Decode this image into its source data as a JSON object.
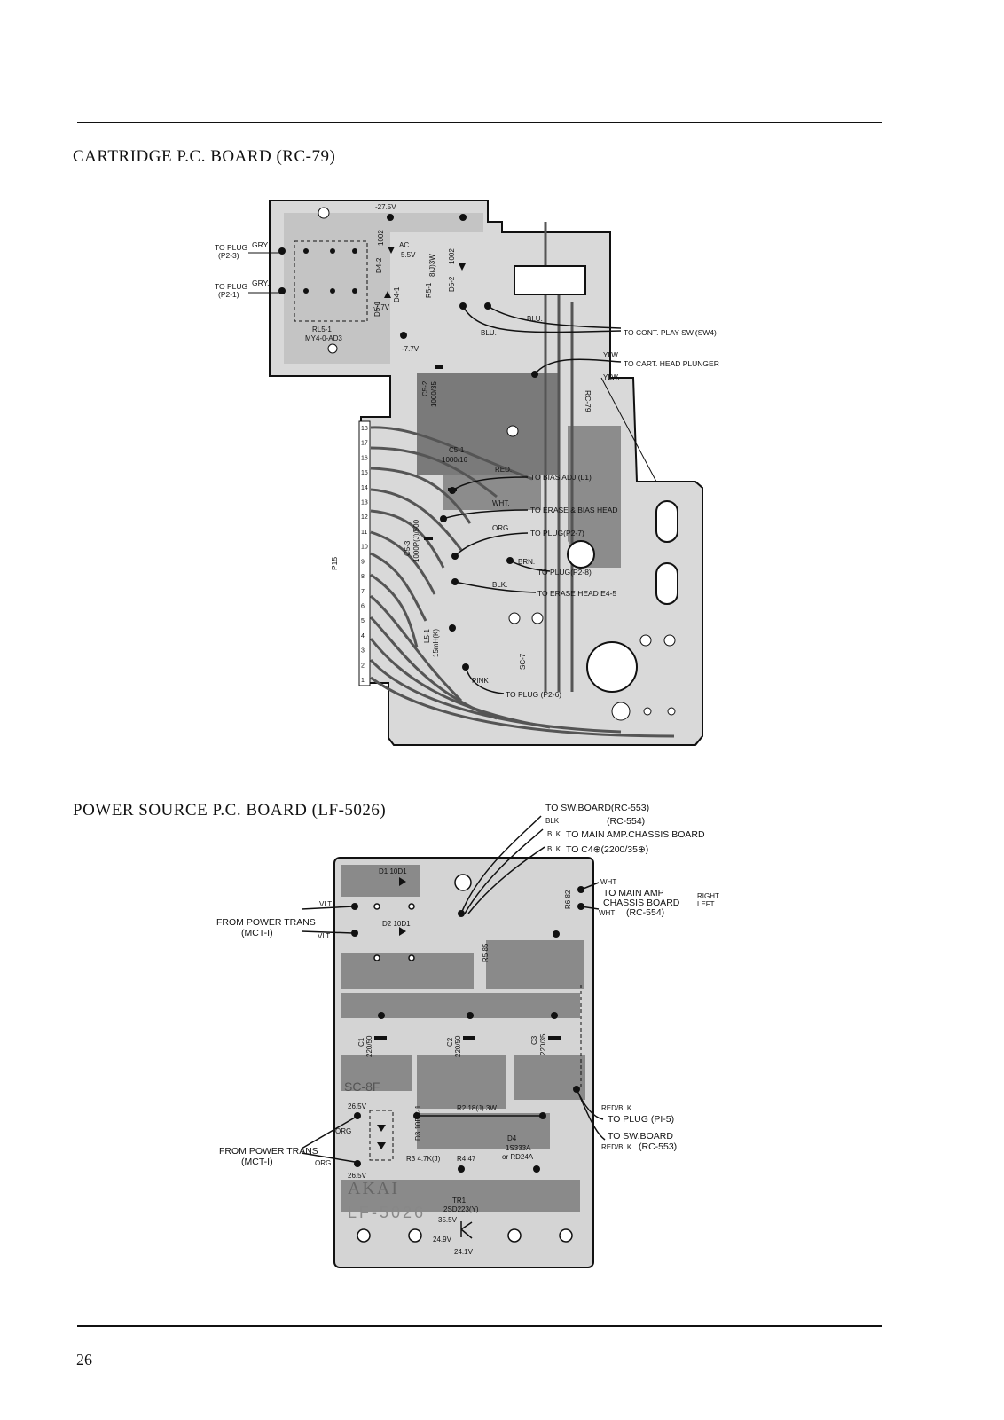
{
  "page_number": "26",
  "cartridge": {
    "heading": "CARTRIDGE P.C. BOARD (RC-79)",
    "board_label": "RC-79",
    "connector_label": "P15",
    "pin_numbers": [
      "18",
      "17",
      "16",
      "15",
      "14",
      "13",
      "12",
      "11",
      "10",
      "9",
      "8",
      "7",
      "6",
      "5",
      "4",
      "3",
      "2",
      "1"
    ],
    "voltages": {
      "v1": "-27.5V",
      "v2": "5.5V",
      "v3": "-7.7V",
      "v4": "-7.7V",
      "ac": "AC"
    },
    "parts": {
      "d4_2": "D4-2",
      "v1002": "1002",
      "d4_1": "D4-1",
      "d5_1": "D5-1",
      "r5_1": "R5-1",
      "r5_1_val": "8(J)3W",
      "d5_2": "D5-2",
      "v1002b": "1002",
      "c5_2": "C5-2",
      "c5_2_val": "1000/35",
      "c5_1": "C5-1",
      "c5_1_val": "1000/16",
      "c5_3": "C5-3",
      "c5_3_val": "1000P(J)/500",
      "l5_1": "L5-1",
      "l5_1_val": "15mH(K)",
      "rl5_1": "RL5-1",
      "rl5_1_val": "MY4-0-AD3",
      "stamp": "SC-7"
    },
    "left_labels": {
      "to_plug": "TO PLUG",
      "p2_3": "(P2-3)",
      "p2_1": "(P2-1)",
      "gry": "GRY."
    },
    "wire_labels": {
      "blu": "BLU.",
      "blu2": "BLU.",
      "ylw": "YLW.",
      "ylw2": "YLW.",
      "red": "RED.",
      "wht": "WHT.",
      "org": "ORG.",
      "brn": "BRN.",
      "blk": "BLK.",
      "pink": "PINK"
    },
    "destinations": {
      "cont_play": "TO CONT. PLAY SW.(SW4)",
      "cart_head": "TO CART. HEAD PLUNGER",
      "bias_adj": "TO BIAS ADJ.(L1)",
      "erase_bias": "TO ERASE & BIAS HEAD",
      "plug_p2_7": "TO PLUG(P2-7)",
      "plug_p2_8": "TO PLUG(P2-8)",
      "erase_head": "TO ERASE HEAD E4-5",
      "plug_p2_6": "TO PLUG (P2-6)"
    }
  },
  "power": {
    "heading": "POWER SOURCE P.C. BOARD (LF-5026)",
    "top_labels": {
      "sw_board": "TO SW.BOARD(RC-553)",
      "blk1": "BLK",
      "rc554": "(RC-554)",
      "blk2": "BLK",
      "main_chassis": "TO MAIN AMP.CHASSIS BOARD",
      "blk3": "BLK",
      "to_c4": "TO C4⊕(2200/35⊕)"
    },
    "right_labels": {
      "wht1": "WHT",
      "main_amp": "TO MAIN AMP",
      "chassis": "CHASSIS BOARD",
      "right": "RIGHT",
      "left": "LEFT",
      "wht2": "WHT",
      "rc554": "(RC-554)",
      "red_blk1": "RED/BLK",
      "to_plug": "TO PLUG (PI-5)",
      "to_sw": "TO SW.BOARD",
      "red_blk2": "RED/BLK",
      "rc553": "(RC-553)"
    },
    "left_labels": {
      "from_trans1": "FROM POWER TRANS",
      "mct1a": "(MCT-I)",
      "vlt1": "VLT",
      "vlt2": "VLT",
      "from_trans2": "FROM POWER TRANS",
      "mct1b": "(MCT-I)",
      "org1": "ORG",
      "org2": "ORG"
    },
    "parts": {
      "d1": "D1 10D1",
      "d2": "D2 10D1",
      "r6": "R6 82",
      "r5": "R5 85",
      "c1": "C1",
      "c1_val": "220/50",
      "c2": "C2",
      "c2_val": "220/50",
      "c3": "C3",
      "c3_val": "220/35",
      "stamp": "SC-8F",
      "r2": "R2 18(J) 3W",
      "d3": "D3 10DC-1",
      "v26_5a": "26.5V",
      "v26_5b": "26.5V",
      "d4": "D4",
      "d4_val1": "1S333A",
      "d4_val2": "or RD24A",
      "r3": "R3 4.7K(J)",
      "r4": "R4 47",
      "brand": "AKAI",
      "model": "LF-5026",
      "tr1": "TR1",
      "tr1_val": "2SD223(Y)",
      "v35_5": "35.5V",
      "v24_9": "24.9V",
      "v24_1": "24.1V"
    }
  }
}
